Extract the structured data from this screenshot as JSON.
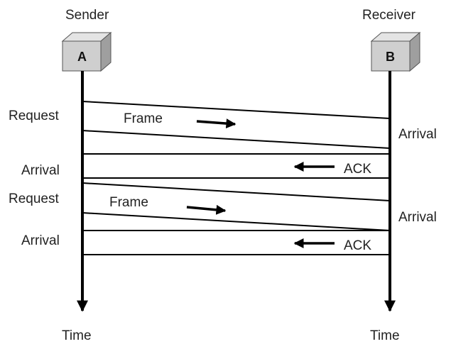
{
  "sender": {
    "title": "Sender",
    "box_label": "A",
    "time_label": "Time"
  },
  "receiver": {
    "title": "Receiver",
    "box_label": "B",
    "time_label": "Time"
  },
  "exchanges": [
    {
      "request_label": "Request",
      "frame_label": "Frame",
      "receiver_arrival_label": "Arrival",
      "ack_label": "ACK",
      "sender_arrival_label": "Arrival"
    },
    {
      "request_label": "Request",
      "frame_label": "Frame",
      "receiver_arrival_label": "Arrival",
      "ack_label": "ACK",
      "sender_arrival_label": "Arrival"
    }
  ],
  "colors": {
    "line": "#000000",
    "box_face": "#cfcfcf",
    "box_top": "#e4e4e4",
    "box_side": "#9f9f9f",
    "box_edge": "#555555",
    "text": "#222222"
  }
}
